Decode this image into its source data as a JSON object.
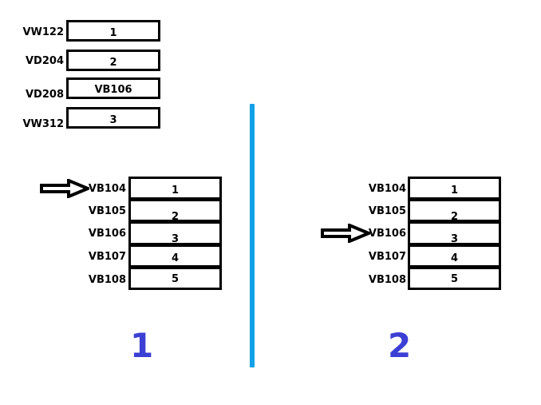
{
  "figure": {
    "background_color": "#ffffff",
    "outline_color": "#000000",
    "divider_color": "#12a0e8",
    "panel_number_color": "#3b3fd4",
    "arrow_fill_color": "#ffffff",
    "arrow_outline_color": "#000000"
  },
  "top_stack": {
    "name": "top-variable-stack",
    "rows": [
      {
        "label": "VW122",
        "value": "1"
      },
      {
        "label": "VD204",
        "value": "2"
      },
      {
        "label": "VD208",
        "value": "VB106"
      },
      {
        "label": "VW312",
        "value": "3"
      }
    ]
  },
  "panels": [
    {
      "number": "1",
      "stack_name": "before-stack",
      "pointer_row_index": 0,
      "rows": [
        {
          "label": "VB104",
          "value": "1"
        },
        {
          "label": "VB105",
          "value": "2"
        },
        {
          "label": "VB106",
          "value": "3"
        },
        {
          "label": "VB107",
          "value": "4"
        },
        {
          "label": "VB108",
          "value": "5"
        }
      ]
    },
    {
      "number": "2",
      "stack_name": "after-stack",
      "pointer_row_index": 2,
      "rows": [
        {
          "label": "VB104",
          "value": "1"
        },
        {
          "label": "VB105",
          "value": "2"
        },
        {
          "label": "VB106",
          "value": "3"
        },
        {
          "label": "VB107",
          "value": "4"
        },
        {
          "label": "VB108",
          "value": "5"
        }
      ]
    }
  ],
  "icons": {
    "pointer_arrow": "right-arrow-icon"
  }
}
